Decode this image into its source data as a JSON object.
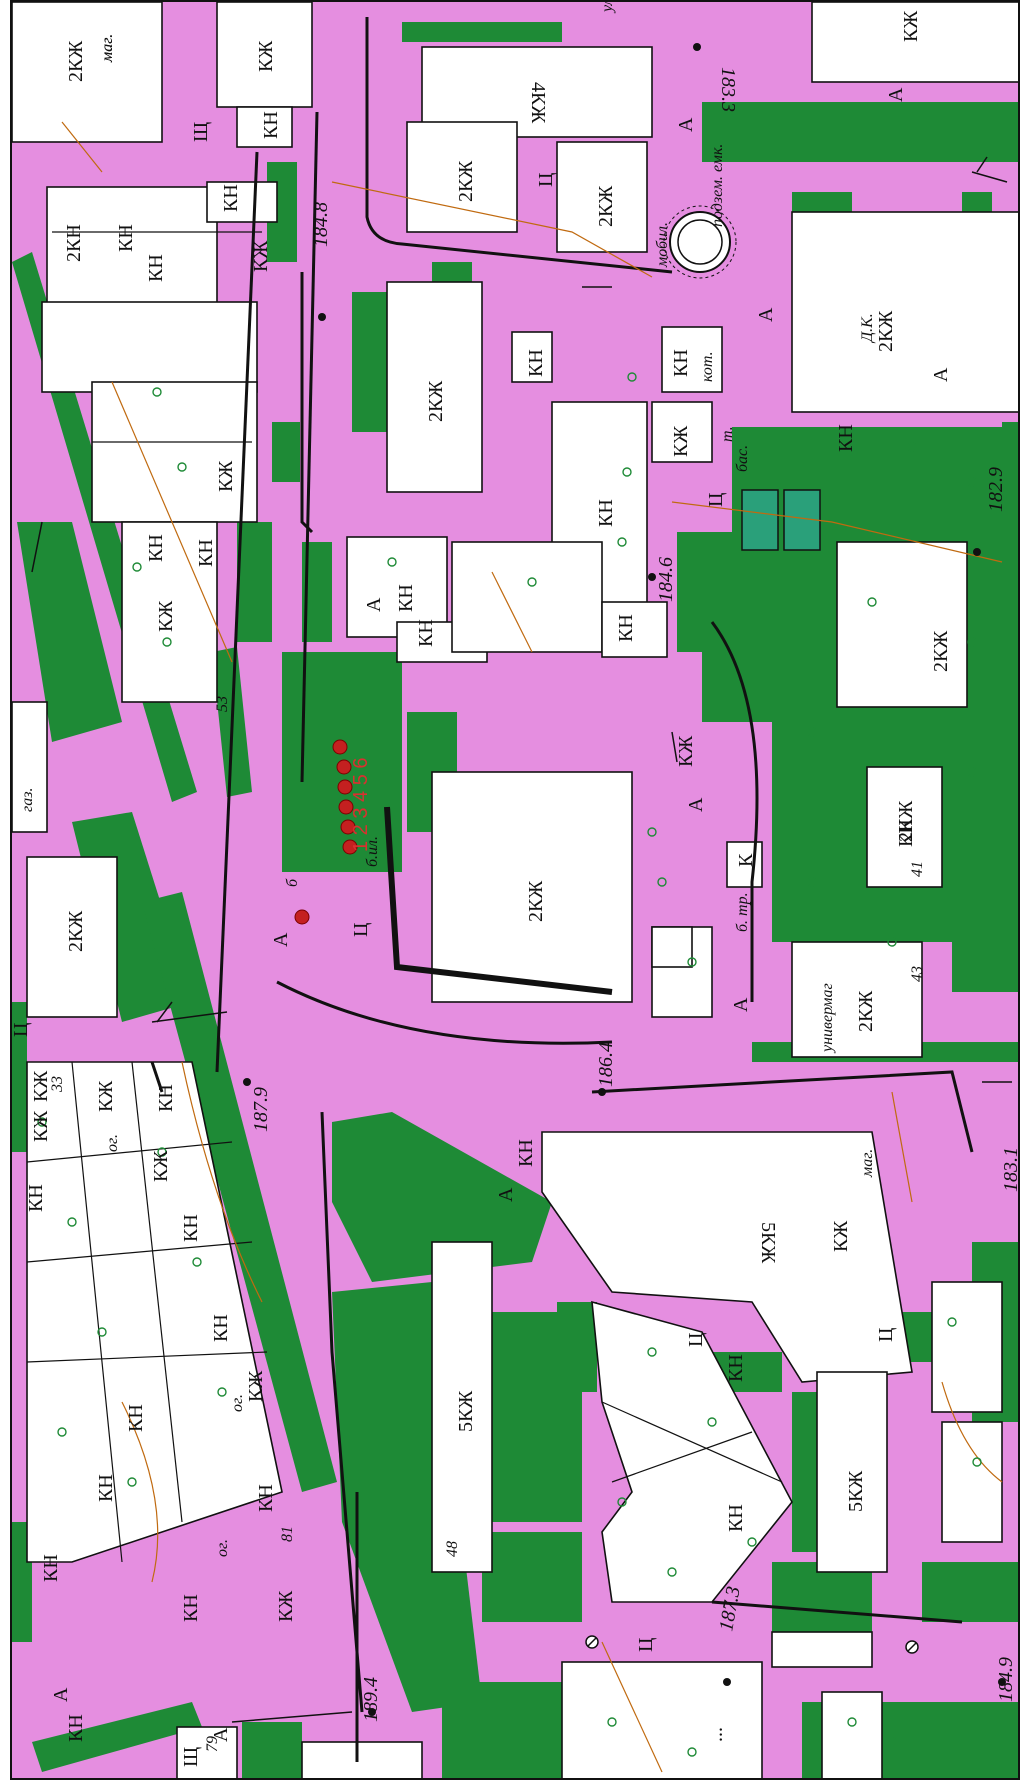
{
  "map": {
    "street_label": "ул. Мира",
    "colors": {
      "road": "#e58ee0",
      "park": "#1e8a36",
      "building": "#ffffff",
      "outline": "#111111",
      "pool": "#2aa07a",
      "marker": "#c42020",
      "contour": "#c06a10"
    },
    "elevations": [
      "183.3",
      "184.8",
      "184.6",
      "182.9",
      "187.9",
      "186.4",
      "189.4",
      "187.3",
      "184.9",
      "183.1"
    ],
    "buildings": [
      {
        "label": "2КЖ"
      },
      {
        "label": "маг."
      },
      {
        "label": "КЖ"
      },
      {
        "label": "КН"
      },
      {
        "label": "4КЖ"
      },
      {
        "label": "2КЖ"
      },
      {
        "label": "2КЖ"
      },
      {
        "label": "КЖ"
      },
      {
        "label": "2КН"
      },
      {
        "label": "КН"
      },
      {
        "label": "КН"
      },
      {
        "label": "КН"
      },
      {
        "label": "КЖ"
      },
      {
        "label": "КЖ"
      },
      {
        "label": "2КЖ"
      },
      {
        "label": "КН"
      },
      {
        "label": "КН"
      },
      {
        "label": "КЖ"
      },
      {
        "label": "КН"
      },
      {
        "label": "КЖ"
      },
      {
        "label": "Д.К."
      },
      {
        "label": "2КЖ"
      },
      {
        "label": "КН"
      },
      {
        "label": "КН"
      },
      {
        "label": "КЖ"
      },
      {
        "label": "КН"
      },
      {
        "label": "КН"
      },
      {
        "label": "КН"
      },
      {
        "label": "КН"
      },
      {
        "label": "2КЖ"
      },
      {
        "label": "2КЖ"
      },
      {
        "label": "КН"
      },
      {
        "label": "2КЖ"
      },
      {
        "label": "2КЖ"
      },
      {
        "label": "универмаг"
      },
      {
        "label": "2КЖ"
      },
      {
        "label": "5КЖ"
      },
      {
        "label": "КЖ"
      },
      {
        "label": "5КЖ"
      },
      {
        "label": "5КЖ"
      },
      {
        "label": "КН"
      },
      {
        "label": "КН"
      },
      {
        "label": "КН"
      },
      {
        "label": "КЖ"
      },
      {
        "label": "КЖ"
      },
      {
        "label": "КН"
      },
      {
        "label": "КЖ"
      },
      {
        "label": "КН"
      },
      {
        "label": "КН"
      },
      {
        "label": "КН"
      },
      {
        "label": "КН"
      },
      {
        "label": "КЖ"
      },
      {
        "label": "КН"
      },
      {
        "label": "КН"
      },
      {
        "label": "КН"
      },
      {
        "label": "КЖ"
      },
      {
        "label": "КН"
      },
      {
        "label": "КН"
      },
      {
        "label": "КЖ"
      }
    ],
    "house_numbers": [
      "53",
      "41",
      "43",
      "33",
      "81",
      "48",
      "79"
    ],
    "annotations": {
      "shop": "маг.",
      "shop2": "маг.",
      "garden": "ог.",
      "garden2": "ог.",
      "garden3": "ог.",
      "boiler": "кот.",
      "pool": "бас.",
      "transformer": "т.",
      "b_tr": "б. тр.",
      "underground": "подзем. емк.",
      "mobile": "мобил.",
      "kiosk": "К",
      "b_label": "б",
      "b_small": "б.ил.",
      "gaz": "газ.",
      "ts": "Ц",
      "a": "А",
      "sh": "Щ",
      "ellipsis": "..."
    },
    "markers": {
      "count_label": "1 2 3 4 5 6",
      "numbers": [
        "1",
        "2",
        "3",
        "4",
        "5",
        "6"
      ]
    },
    "icons": [
      "tree-icon",
      "arrow-icon",
      "survey-point-icon",
      "lamp-icon",
      "no-entry-icon"
    ]
  }
}
